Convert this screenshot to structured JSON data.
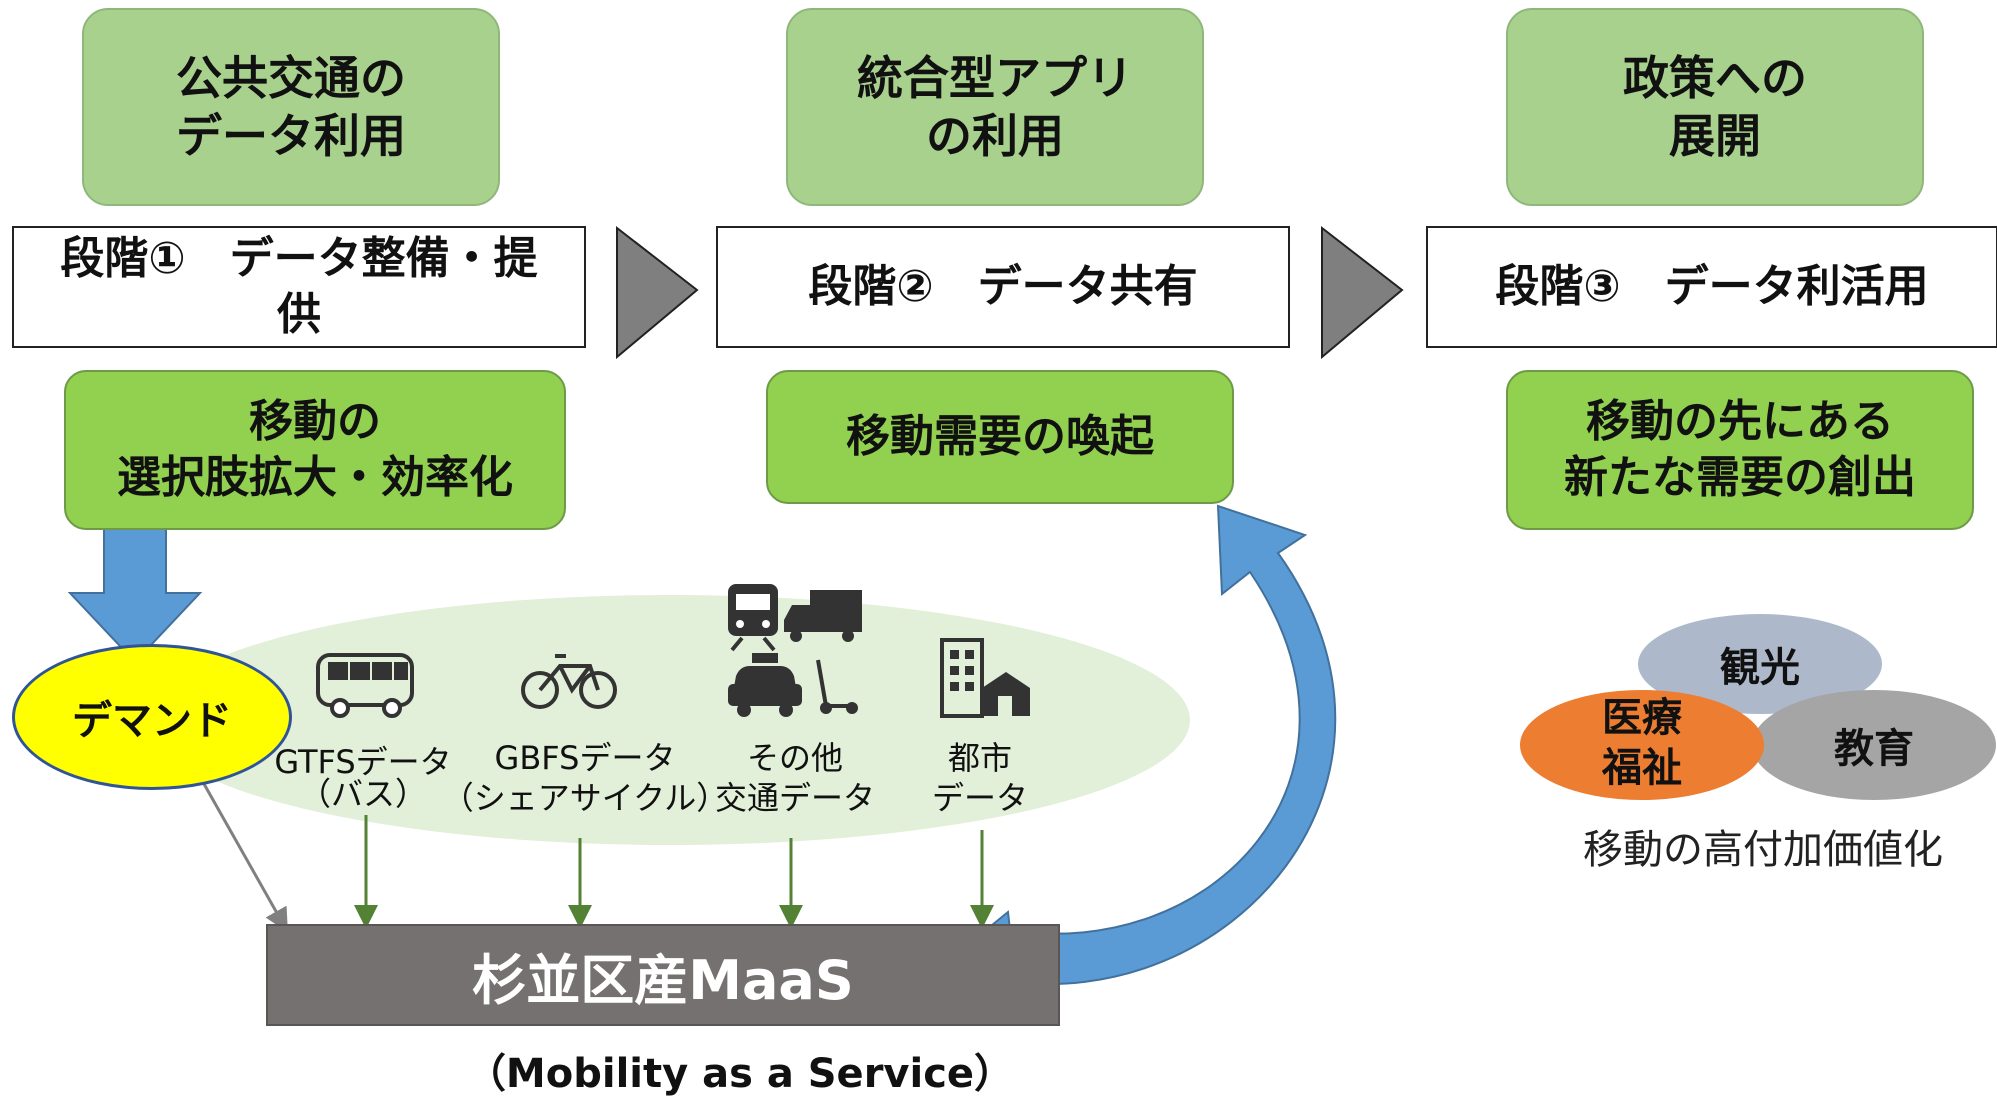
{
  "stages": [
    {
      "top_label": [
        "公共交通の",
        "データ利用"
      ],
      "stage_label": [
        "段階①　データ整備・提",
        "供"
      ],
      "outcome": [
        "移動の",
        "選択肢拡大・効率化"
      ]
    },
    {
      "top_label": [
        "統合型アプリ",
        "の利用"
      ],
      "stage_label": [
        "段階②　データ共有"
      ],
      "outcome": [
        "移動需要の喚起"
      ]
    },
    {
      "top_label": [
        "政策への",
        "展開"
      ],
      "stage_label": [
        "段階③　データ利活用"
      ],
      "outcome": [
        "移動の先にある",
        "新たな需要の創出"
      ]
    }
  ],
  "demand_label": "デマンド",
  "data_sources": [
    {
      "icon": "bus-icon",
      "label": [
        "GTFSデータ",
        "（バス）"
      ]
    },
    {
      "icon": "bicycle-icon",
      "label": [
        "GBFSデータ",
        "（シェアサイクル）"
      ]
    },
    {
      "icon": "vehicles-icon",
      "label": [
        "その他",
        "交通データ"
      ]
    },
    {
      "icon": "buildings-icon",
      "label": [
        "都市",
        "データ"
      ]
    }
  ],
  "maas": {
    "title": "杉並区産MaaS",
    "subtitle": "（Mobility as a Service）"
  },
  "value_add": {
    "circles": [
      "観光",
      "医療福祉",
      "教育"
    ],
    "circle_lines": [
      [
        "観光"
      ],
      [
        "医療",
        "福祉"
      ],
      [
        "教育"
      ]
    ],
    "caption": "移動の高付加価値化"
  },
  "colors": {
    "top_box": "#a9d18e",
    "outcome_box": "#92d050",
    "chevron": "#7f7f7f",
    "down_arrow": "#5b9bd5",
    "curved_arrow": "#5b9bd5",
    "demand": "#ffff00",
    "ellipse_bg": "#e2efd9",
    "maas_bar": "#767171",
    "data_arrow": "#548235",
    "tourism": "#adb9ca",
    "medical": "#ed7d31",
    "education": "#a5a5a5"
  }
}
